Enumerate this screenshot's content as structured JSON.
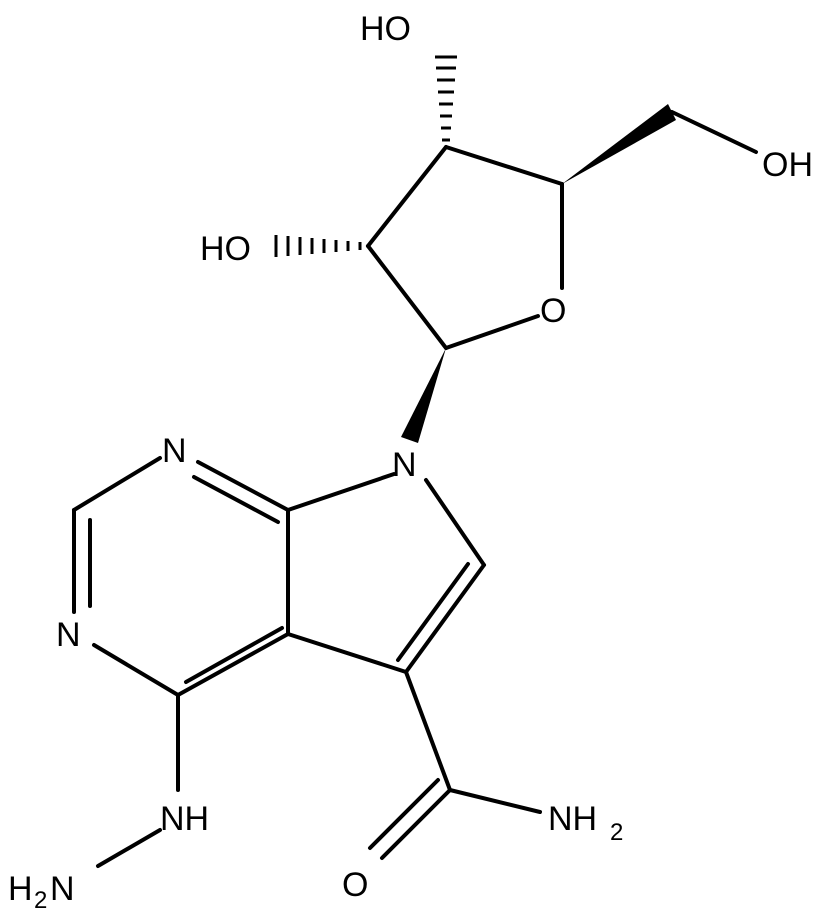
{
  "molecule": {
    "atom_labels": {
      "ho_top": "HO",
      "oh_right": "OH",
      "ho_left": "HO",
      "ring_o": "O",
      "n9": "N",
      "n_top": "N",
      "n_bottom": "N",
      "nh": "NH",
      "h2n": "H",
      "h2n_sub": "2",
      "h2n_n": "N",
      "nh2": "NH",
      "nh2_sub": "2",
      "carbonyl_o": "O"
    }
  }
}
